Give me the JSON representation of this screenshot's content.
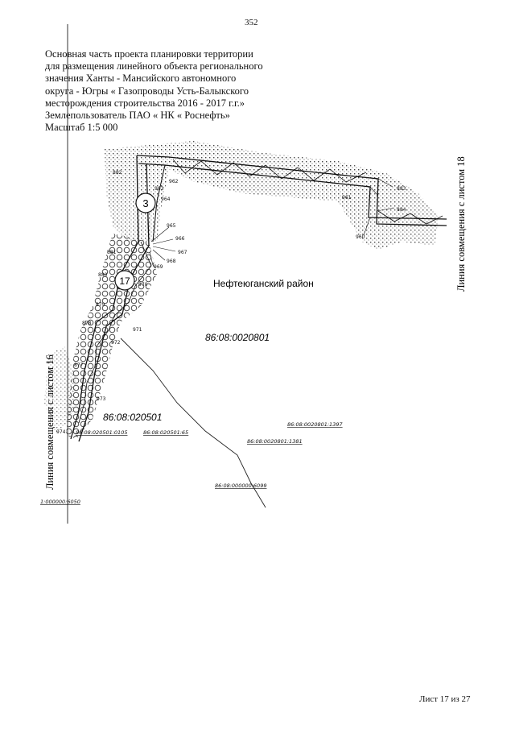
{
  "page_number": "352",
  "header": {
    "lines": [
      "Основная часть проекта планировки территории",
      "для размещения линейного объекта регионального",
      "значения Ханты - Мансийского автономного",
      "округа - Югры « Газопроводы Усть-Балыкского",
      "месторождения строительства 2016 - 2017 г.г.»",
      "Землепользователь ПАО « НК « Роснефть»",
      "Масштаб 1:5 000"
    ]
  },
  "map": {
    "district_label": "Нефтеюганский район",
    "side_label_left": "Линия совмещения с листом 16",
    "side_label_right": "Линия совмещения с листом 18",
    "circle_labels": [
      "3",
      "17"
    ],
    "cadastral_large": [
      "86:08:0020801",
      "86:08:020501"
    ],
    "cadastral_small": [
      "86:08:0020801:1397",
      "86:08:020501:0105",
      "86:08:020501:65",
      "86:08:0020801:1381",
      "86:08:000000:6099",
      "1:000000:6050"
    ],
    "point_numbers": [
      "882",
      "962",
      "963",
      "964",
      "961",
      "883",
      "884",
      "960",
      "965",
      "966",
      "967",
      "968",
      "969",
      "881",
      "880",
      "970",
      "879",
      "878",
      "971",
      "972",
      "877",
      "973",
      "974"
    ]
  },
  "footer": {
    "sheet": "Лист 17 из 27"
  }
}
